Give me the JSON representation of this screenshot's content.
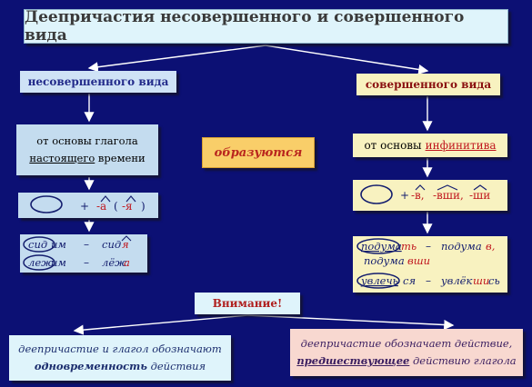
{
  "title": "Деепричастия несовершенного и совершенного вида",
  "left_label": "несовершенного вида",
  "right_label": "совершенного вида",
  "forming": "образуются",
  "left_base": {
    "line1": "от основы глагола",
    "line2_underlined": "настоящего",
    "line2_rest": " времени"
  },
  "right_base": {
    "prefix": "от основы ",
    "underlined": "инфинитива"
  },
  "left_suffix": {
    "plus": "+",
    "suffix_a": "-а",
    "open_paren": "(",
    "suffix_ya": "-я",
    "close_paren": ")"
  },
  "right_suffix": {
    "plus": "+",
    "suffix_v": "-в,",
    "suffix_vshi": "-вши,",
    "suffix_shi": "-ши"
  },
  "left_examples": [
    {
      "stem": "сид",
      "ending": "им",
      "dash": "–",
      "result_stem": "сид",
      "result_suffix": "я"
    },
    {
      "stem": "леж",
      "ending": "им",
      "dash": "–",
      "result_stem": "лёж",
      "result_suffix": "а"
    }
  ],
  "right_examples": {
    "row1_stem": "подума",
    "row1_ending": "ть",
    "row1_dash": "–",
    "row1_result_stem": "подума",
    "row1_result_suffix": "в,",
    "row2_stem": "подума",
    "row2_suffix": "вши",
    "row3_stem": "увлечь",
    "row3_postfix": "ся",
    "row3_dash": "–",
    "row3_result_stem": "увлёк",
    "row3_result_suffix": "ши",
    "row3_result_postfix": "сь"
  },
  "attention": "Внимание!",
  "note_left": {
    "line1": "деепричастие и глагол обозначают",
    "line2_bold": "одновременность",
    "line2_rest": " действия"
  },
  "note_right": {
    "line1": "деепричастие обозначает действие,",
    "line2_bold": "предшествующее",
    "line2_rest": " действию глагола"
  },
  "colors": {
    "background": "#0c1074",
    "arrow": "#ffffff",
    "accent_red": "#c0161e",
    "ellipse": "#141e6e"
  }
}
